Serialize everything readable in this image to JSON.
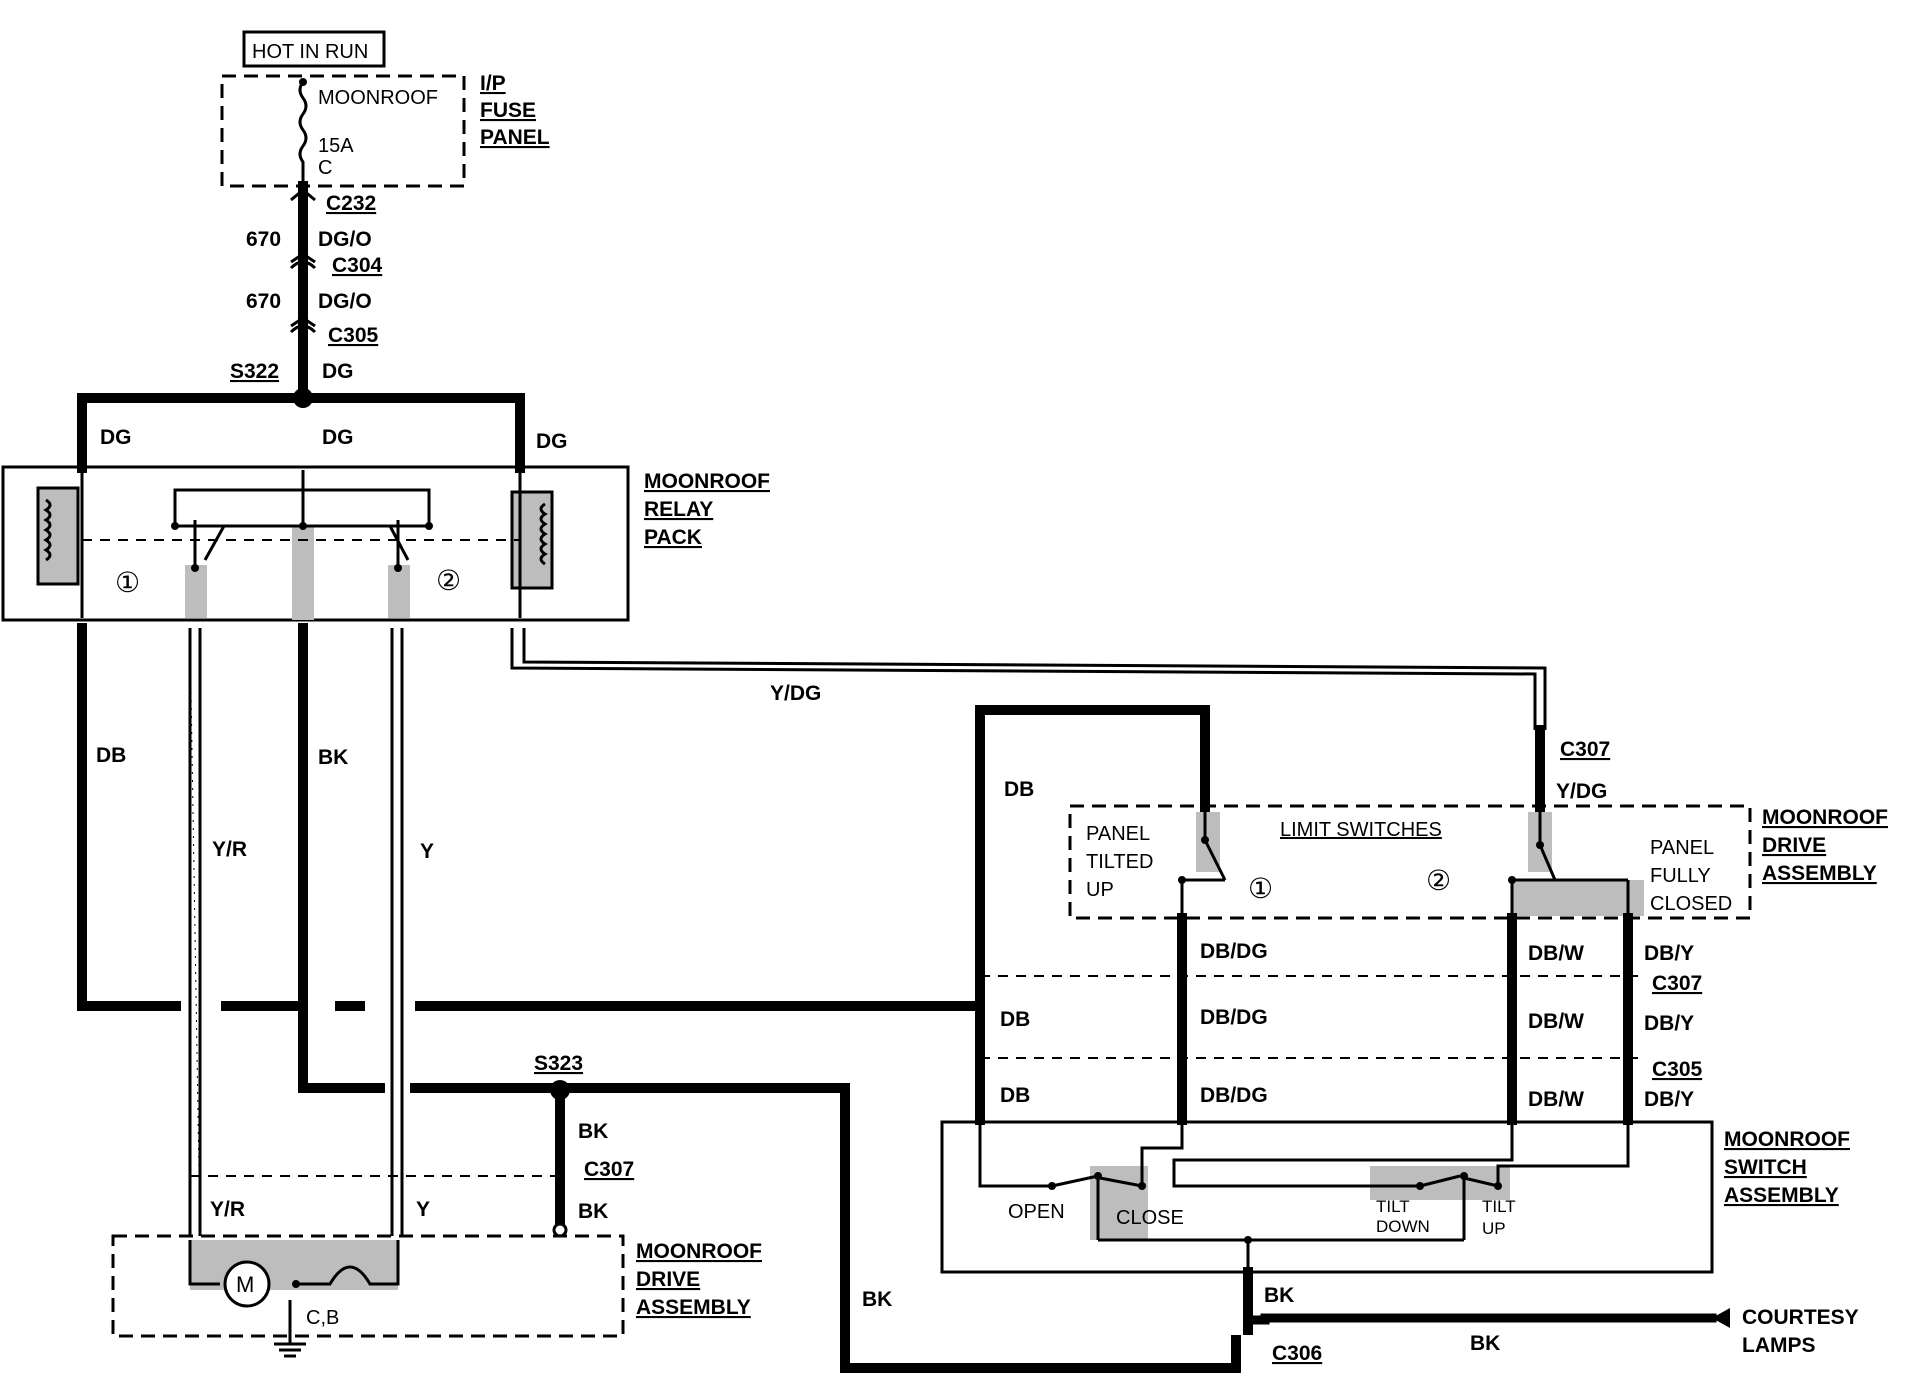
{
  "header": {
    "hot_in_run": "HOT IN RUN"
  },
  "fuse_panel": {
    "fuse_name": "MOONROOF",
    "rating": "15A",
    "terminal": "C",
    "title_line1": "I/P",
    "title_line2": "FUSE",
    "title_line3": "PANEL"
  },
  "connectors": {
    "c232": "C232",
    "c304": "C304",
    "c305_top": "C305",
    "c307_right_top": "C307",
    "c307_mid": "C307",
    "c305_mid": "C305",
    "c307_bottom": "C307",
    "c306_bottom": "C306"
  },
  "splices": {
    "s322": "S322",
    "s323": "S323"
  },
  "wires": {
    "circuit_670_a": "670",
    "circuit_670_b": "670",
    "dg_o_a": "DG/O",
    "dg_o_b": "DG/O",
    "dg_top": "DG",
    "dg_left": "DG",
    "dg_center": "DG",
    "dg_right": "DG",
    "db_left": "DB",
    "y_r_left": "Y/R",
    "bk_left": "BK",
    "y_left": "Y",
    "y_dg_horizontal": "Y/DG",
    "y_dg_right": "Y/DG",
    "db_right_top": "DB",
    "db_dg_1": "DB/DG",
    "db_w_1": "DB/W",
    "db_y_1": "DB/Y",
    "db_2": "DB",
    "db_dg_2": "DB/DG",
    "db_w_2": "DB/W",
    "db_y_2": "DB/Y",
    "db_3": "DB",
    "db_dg_3": "DB/DG",
    "db_w_3": "DB/W",
    "db_y_3": "DB/Y",
    "bk_s323": "BK",
    "bk_c307": "BK",
    "y_r_bottom": "Y/R",
    "y_bottom": "Y",
    "bk_long": "BK",
    "bk_switch": "BK",
    "bk_courtesy": "BK"
  },
  "relay_pack": {
    "title_line1": "MOONROOF",
    "title_line2": "RELAY",
    "title_line3": "PACK",
    "relay1": "①",
    "relay2": "②"
  },
  "drive_assembly_top": {
    "title_line1": "MOONROOF",
    "title_line2": "DRIVE",
    "title_line3": "ASSEMBLY",
    "limit_switches": "LIMIT SWITCHES",
    "panel_tilted_1": "PANEL",
    "panel_tilted_2": "TILTED",
    "panel_tilted_3": "UP",
    "panel_closed_1": "PANEL",
    "panel_closed_2": "FULLY",
    "panel_closed_3": "CLOSED",
    "switch1": "①",
    "switch2": "②"
  },
  "switch_assembly": {
    "title_line1": "MOONROOF",
    "title_line2": "SWITCH",
    "title_line3": "ASSEMBLY",
    "open": "OPEN",
    "close": "CLOSE",
    "tilt_down_1": "TILT",
    "tilt_down_2": "DOWN",
    "tilt_up_1": "TILT",
    "tilt_up_2": "UP"
  },
  "drive_assembly_bottom": {
    "title_line1": "MOONROOF",
    "title_line2": "DRIVE",
    "title_line3": "ASSEMBLY",
    "motor": "M",
    "ground": "C,B"
  },
  "courtesy": {
    "line1": "COURTESY",
    "line2": "LAMPS"
  }
}
